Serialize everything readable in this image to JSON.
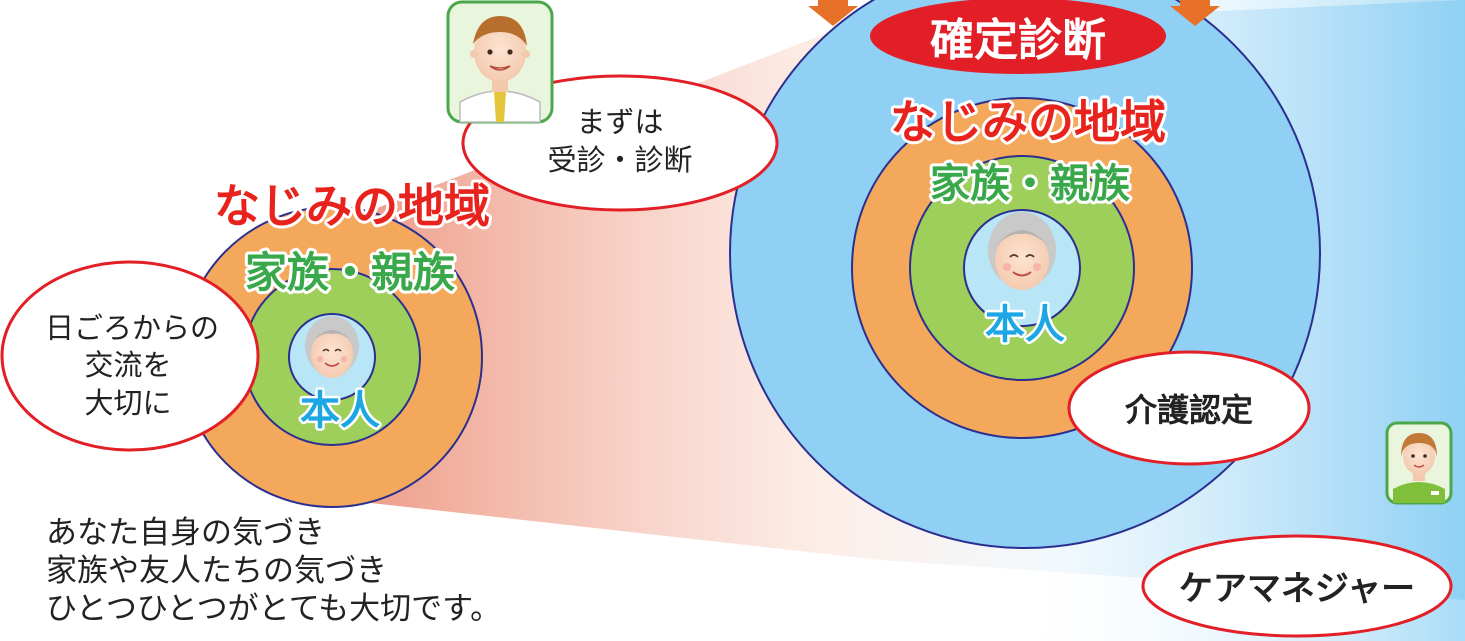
{
  "colors": {
    "region": "#a9e7b6",
    "family": "#f3a85c",
    "self": "#9fcf5b",
    "center": "#b8e6f6",
    "red_label": "#e8231d",
    "green_label": "#39a84a",
    "blue_label": "#1da6e4",
    "arrow": "#e8712a",
    "badge": "#e21f26",
    "bubble_border": "#e21f26",
    "outline": "#2b2f8f",
    "beam_left": "#e9826a",
    "beam_right": "#8fd0f4"
  },
  "early_circle": {
    "region_label": "なじみの地域",
    "family_label": "家族・親族",
    "self_label": "本人"
  },
  "diagnosed_circle": {
    "badge_label": "確定診断",
    "region_label": "なじみの地域",
    "family_label": "家族・親族",
    "self_label": "本人"
  },
  "bubbles": {
    "exchange": [
      "日ごろからの",
      "交流を",
      "大切に"
    ],
    "consultation": [
      "まずは",
      "受診・診断"
    ],
    "care_certification": "介護認定",
    "care_manager": "ケアマネジャー"
  },
  "caption": [
    "あなた自身の気づき",
    "家族や友人たちの気づき",
    "ひとつひとつがとても大切です。"
  ],
  "icons": {
    "doctor": "doctor-icon",
    "care_manager": "care-manager-icon",
    "elderly_person": "elderly-person-icon",
    "arrow": "down-arrow-icon"
  }
}
